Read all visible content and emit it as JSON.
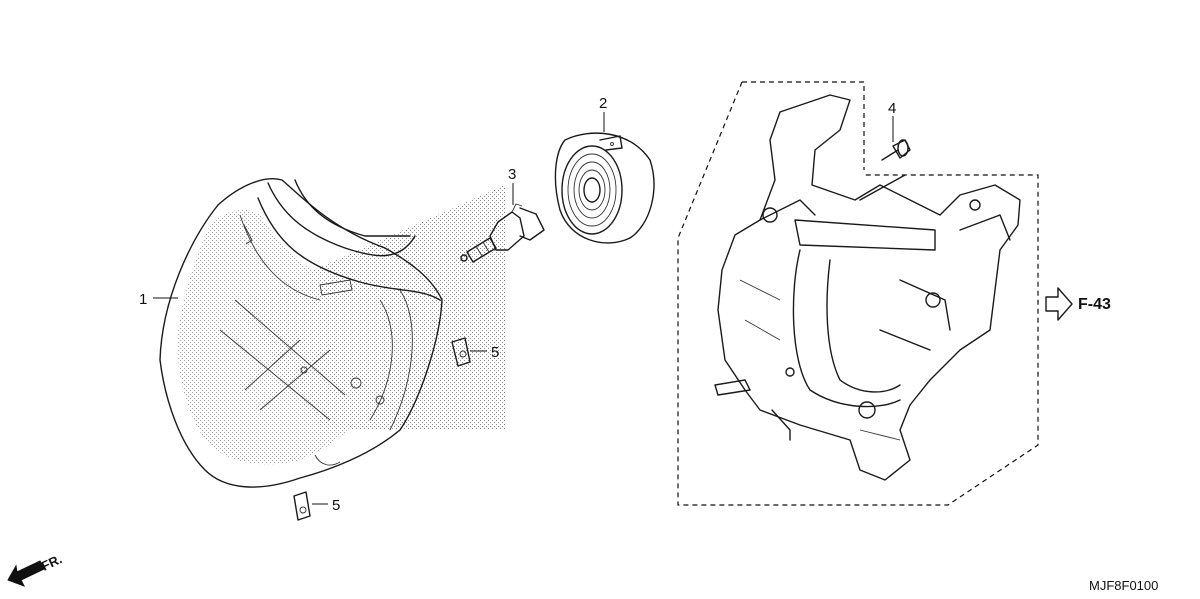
{
  "diagram_code": "MJF8F0100",
  "reference": {
    "arrow_icon": "hollow-right-arrow",
    "label": "F-43"
  },
  "direction": {
    "arrow_icon": "front-direction-arrow",
    "label": "FR."
  },
  "callouts": {
    "headlight": "1",
    "dust_cover": "2",
    "bulb": "3",
    "bolt": "4",
    "clip_upper": "5",
    "clip_lower": "5"
  },
  "colors": {
    "line": "#1a1a1a",
    "stipple": "#888888"
  }
}
